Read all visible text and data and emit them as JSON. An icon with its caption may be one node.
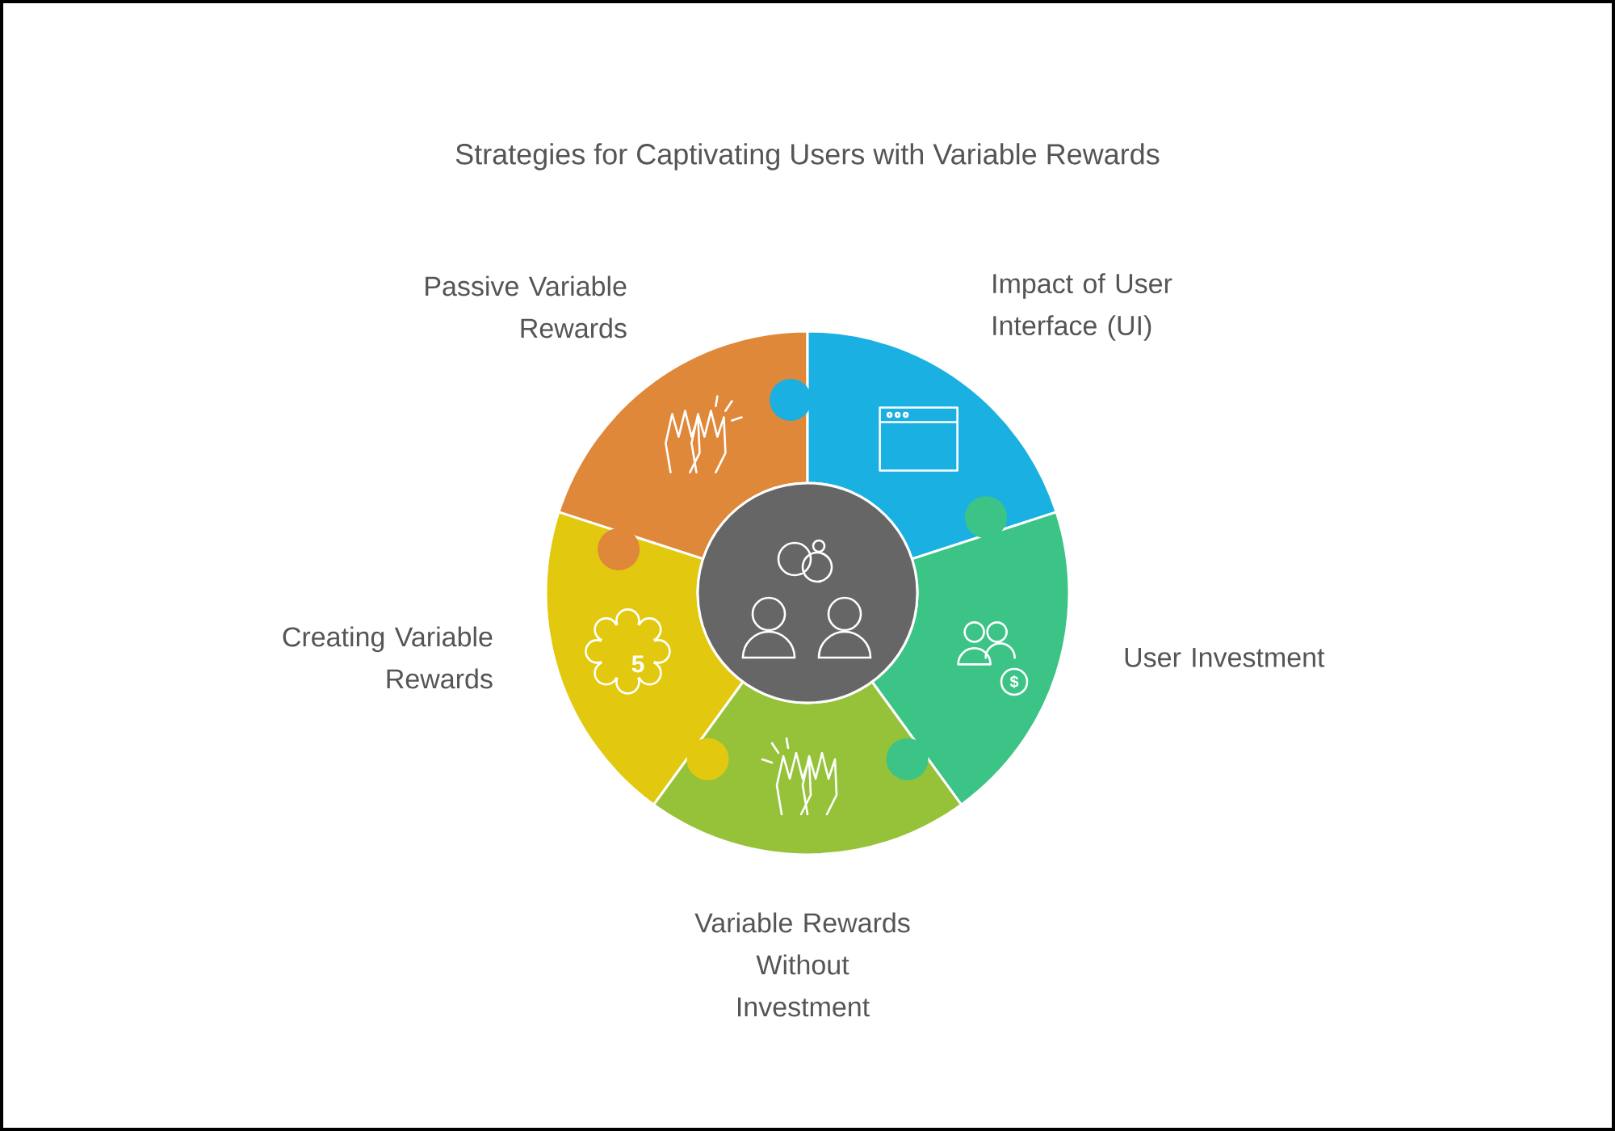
{
  "diagram": {
    "title": "Strategies for Captivating Users with Variable Rewards",
    "nodes": [
      {
        "text": [
          "Passive Variable Rewards"
        ]
      },
      {
        "text": [
          "Impact of User Interface (UI)"
        ]
      },
      {
        "text": [
          "Creating Variable Rewards"
        ]
      },
      {
        "text": [
          "User Investment"
        ]
      },
      {
        "text": [
          "Variable Rewards Without Investment"
        ]
      },
      {
        "text": [],
        "shape": "circle"
      }
    ],
    "labels": [
      "5",
      "$"
    ]
  }
}
